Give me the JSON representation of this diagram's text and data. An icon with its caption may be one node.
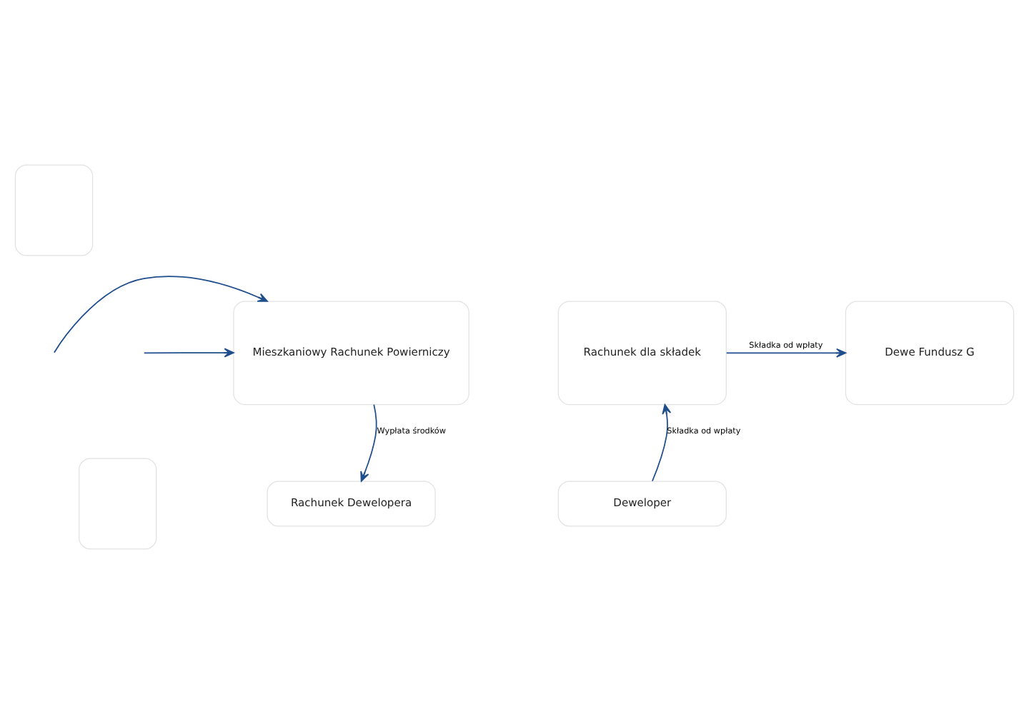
{
  "diagram": {
    "nodes": [
      {
        "text": [],
        "shape": "box"
      },
      {
        "text": [],
        "shape": "box"
      },
      {
        "text": [
          "Mieszkaniowy Rachunek Powierniczy"
        ]
      },
      {
        "text": [
          "Rachunek dla składek"
        ]
      },
      {
        "text": [
          "Dewe Fundusz G"
        ]
      },
      {
        "text": [
          "Rachunek Dewelopera"
        ]
      },
      {
        "text": [
          "Deweloper"
        ]
      }
    ],
    "edges": [
      {
        "from": null,
        "to": 2,
        "arrow": "to"
      },
      {
        "from": null,
        "to": 2,
        "arrow": "to"
      },
      {
        "from": 2,
        "to": 5,
        "label": "Wypłata środków",
        "arrow": "to"
      },
      {
        "from": 6,
        "to": 3,
        "label": "Składka od wpłaty",
        "arrow": "to"
      },
      {
        "from": 3,
        "to": 4,
        "label": "Składka od wpłaty",
        "arrow": "to"
      }
    ]
  }
}
